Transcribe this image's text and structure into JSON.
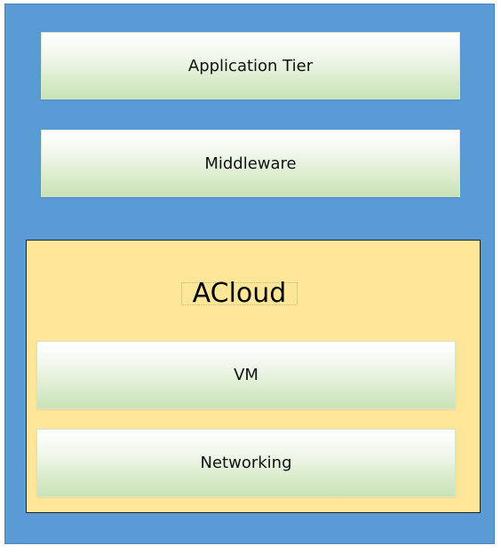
{
  "diagram": {
    "layers": {
      "application": "Application Tier",
      "middleware": "Middleware",
      "vm": "VM",
      "networking": "Networking"
    },
    "acloud_title": "ACloud"
  },
  "colors": {
    "outer_background": "#5b9bd5",
    "layer_fill": "#d8ebc9",
    "acloud_fill": "#ffe699"
  }
}
